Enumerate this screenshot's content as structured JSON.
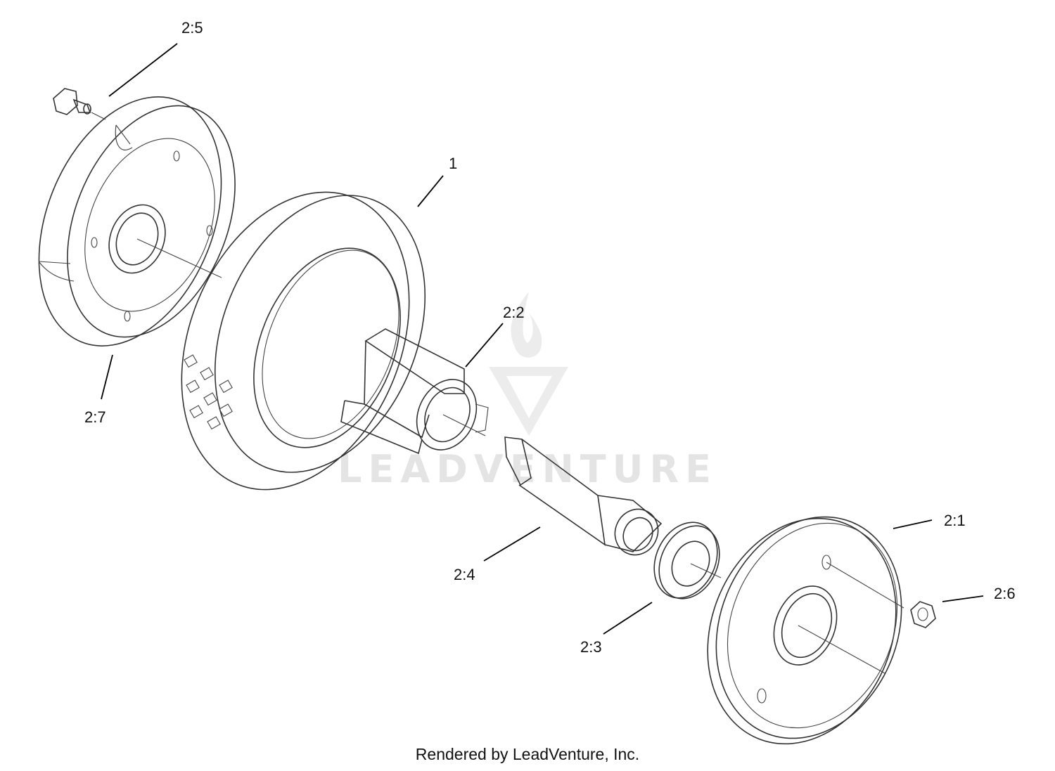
{
  "watermark": {
    "text": "LEADVENTURE"
  },
  "footer": {
    "text": "Rendered by LeadVenture, Inc."
  },
  "callouts": {
    "c25": "2:5",
    "c1": "1",
    "c22": "2:2",
    "c27": "2:7",
    "c24": "2:4",
    "c21": "2:1",
    "c26": "2:6",
    "c23": "2:3"
  }
}
